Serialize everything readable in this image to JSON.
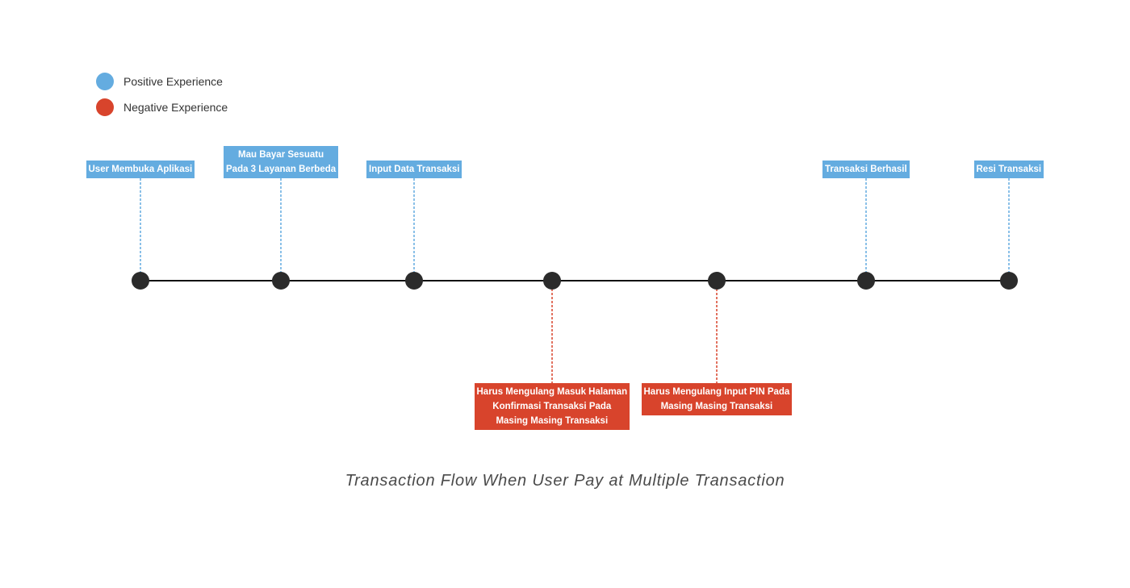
{
  "colors": {
    "positive": "#64ace0",
    "negative": "#d8442c",
    "node": "#2b2b2b",
    "line": "#111111"
  },
  "legend": {
    "positive_label": "Positive Experience",
    "negative_label": "Negative Experience"
  },
  "steps": [
    {
      "type": "positive",
      "label": "User Membuka Aplikasi"
    },
    {
      "type": "positive",
      "label": "Mau Bayar Sesuatu\nPada 3 Layanan Berbeda"
    },
    {
      "type": "positive",
      "label": "Input Data Transaksi"
    },
    {
      "type": "negative",
      "label": "Harus Mengulang Masuk Halaman\nKonfirmasi Transaksi Pada\nMasing Masing Transaksi"
    },
    {
      "type": "negative",
      "label": "Harus Mengulang Input PIN Pada\nMasing Masing Transaksi"
    },
    {
      "type": "positive",
      "label": "Transaksi Berhasil"
    },
    {
      "type": "positive",
      "label": "Resi Transaksi"
    }
  ],
  "caption": "Transaction Flow When User Pay at Multiple Transaction"
}
